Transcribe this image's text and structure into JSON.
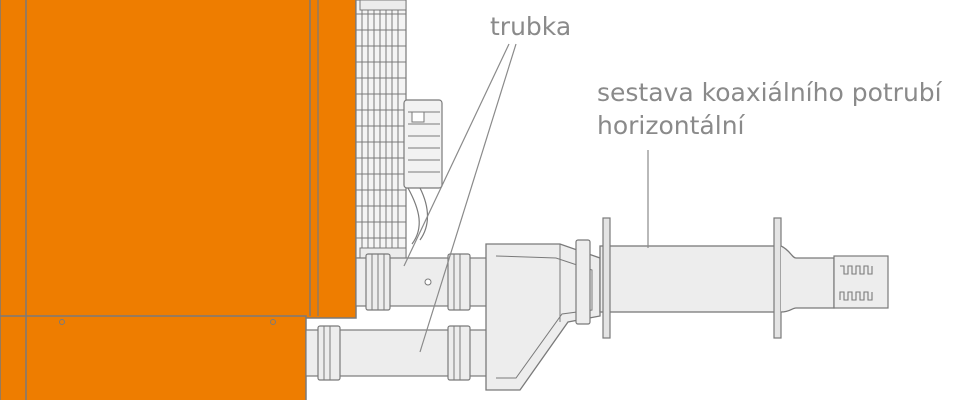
{
  "labels": {
    "pipe": "trubka",
    "assembly_line1": "sestava koaxiálního potrubí",
    "assembly_line2": "horizontální"
  },
  "colors": {
    "boiler_orange": "#ee7d00",
    "outline": "#7a7a7a",
    "text_grey": "#8a8a8a",
    "pipe_fill": "#ededed",
    "background": "#ffffff"
  }
}
